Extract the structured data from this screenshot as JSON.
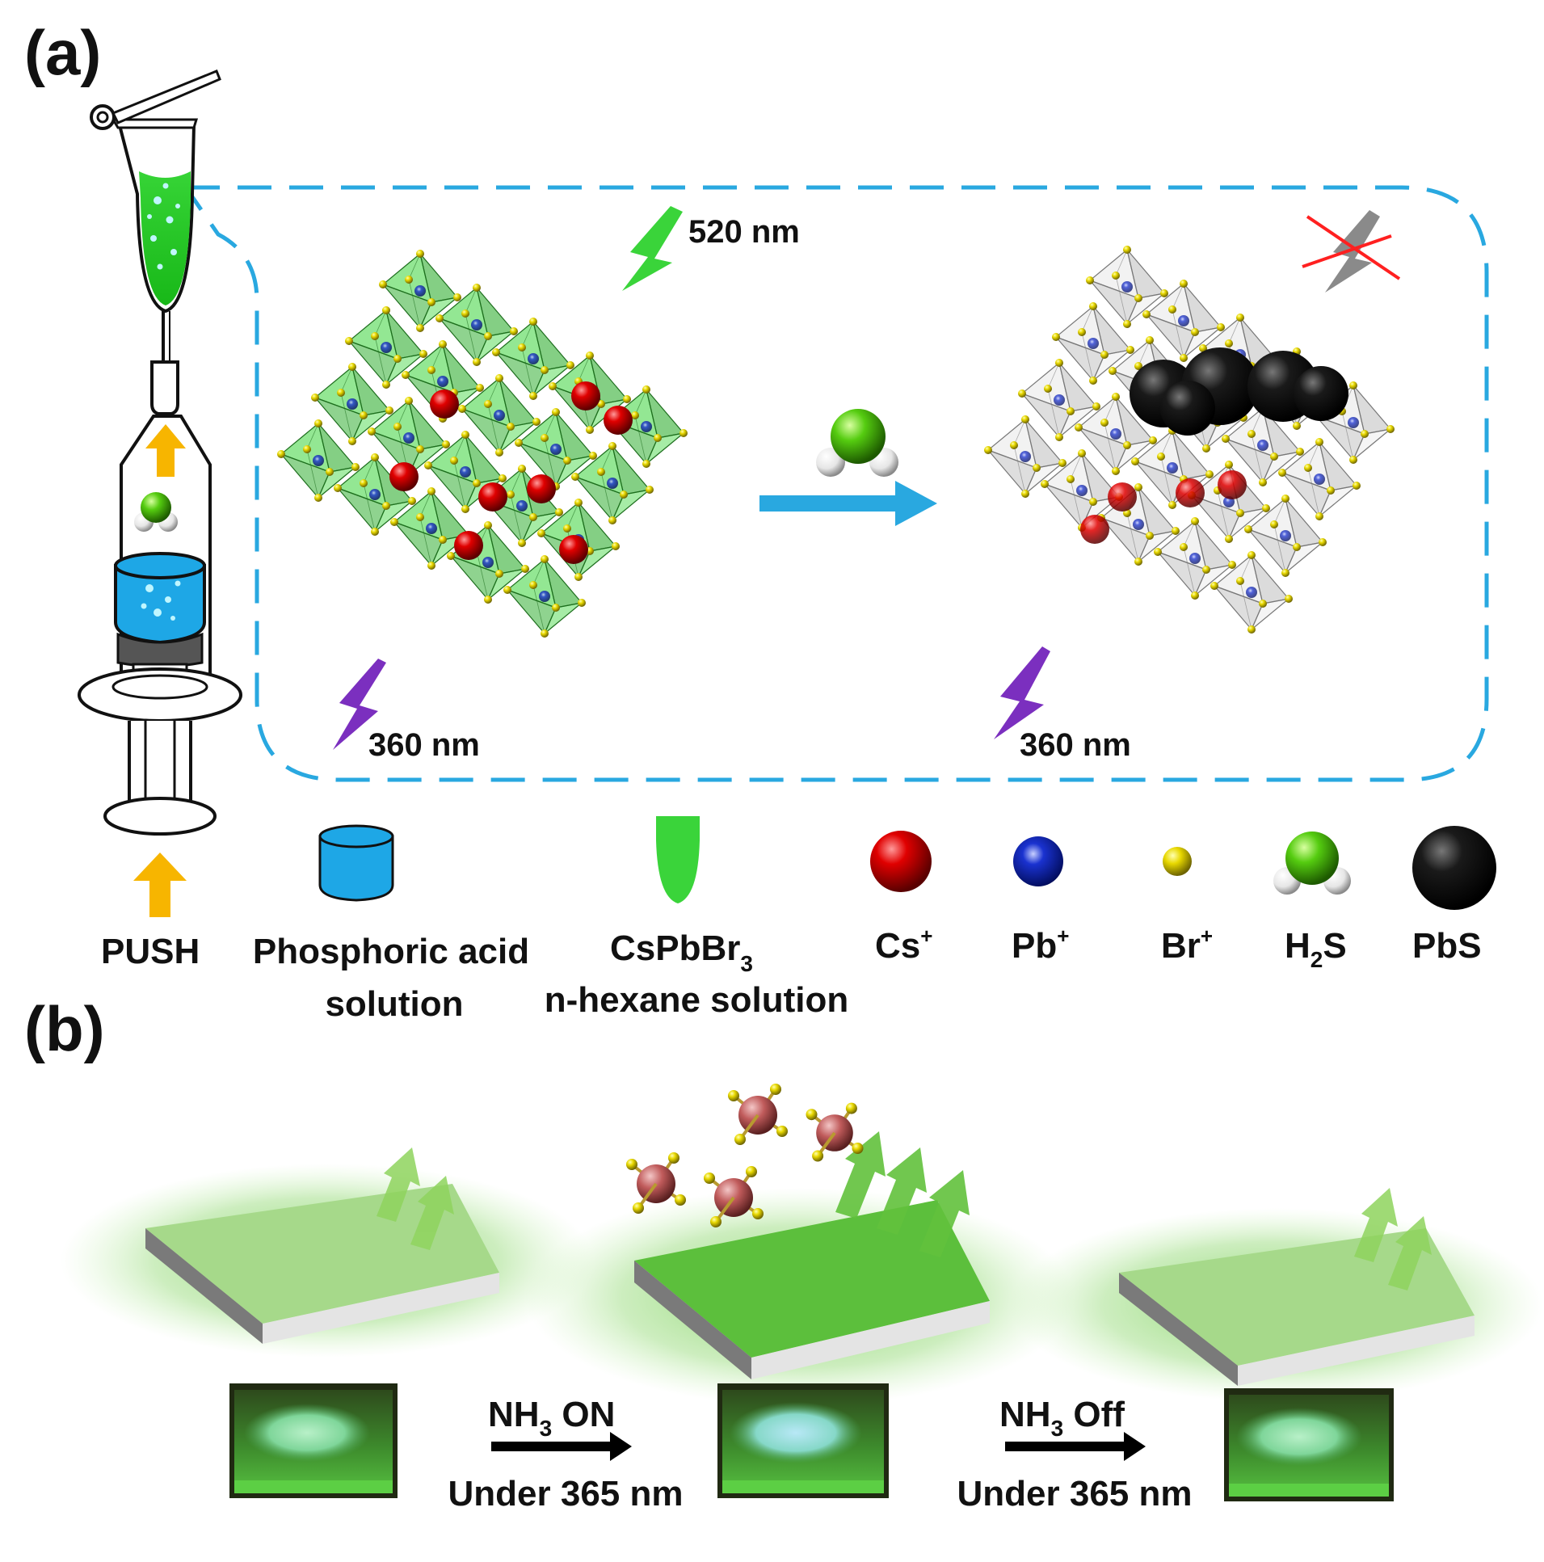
{
  "panels": {
    "a": "(a)",
    "b": "(b)"
  },
  "wavelengths": {
    "emission": "520 nm",
    "excitation_left": "360 nm",
    "excitation_right": "360 nm"
  },
  "legend": {
    "push": "PUSH",
    "phosphoric_line1": "Phosphoric acid",
    "phosphoric_line2": "solution",
    "cspbbr_main": "CsPbBr",
    "cspbbr_sub": "3",
    "cspbbr_line2": "n-hexane solution",
    "cs_main": "Cs",
    "cs_sup": "+",
    "pb_main": "Pb",
    "pb_sup": "+",
    "br_main": "Br",
    "br_sup": "+",
    "h2s_a": "H",
    "h2s_sub": "2",
    "h2s_b": "S",
    "pbs": "PbS"
  },
  "steps": [
    {
      "gas_main": "NH",
      "gas_sub": "3",
      "state": " ON",
      "condition": "Under 365 nm"
    },
    {
      "gas_main": "NH",
      "gas_sub": "3",
      "state": " Off",
      "condition": "Under 365 nm"
    }
  ],
  "colors": {
    "green": "#3ad43a",
    "light_green": "#9be49b",
    "cyan": "#29a8e0",
    "blue_cyl": "#1ea7e6",
    "cs_red": "#e00000",
    "pb_blue": "#1530c8",
    "br_yellow": "#e8d800",
    "pbs_black": "#101010",
    "violet": "#7b2fbf",
    "orange": "#f7b500",
    "nh3_pink": "#c96a6a",
    "film_green": "#a6d98a",
    "film_green_dark": "#5cbf3c"
  },
  "icons": [
    "pipette-icon",
    "syringe-icon",
    "lightning-icon",
    "h2s-molecule-icon",
    "nh3-molecule-icon",
    "arrow-icon"
  ]
}
